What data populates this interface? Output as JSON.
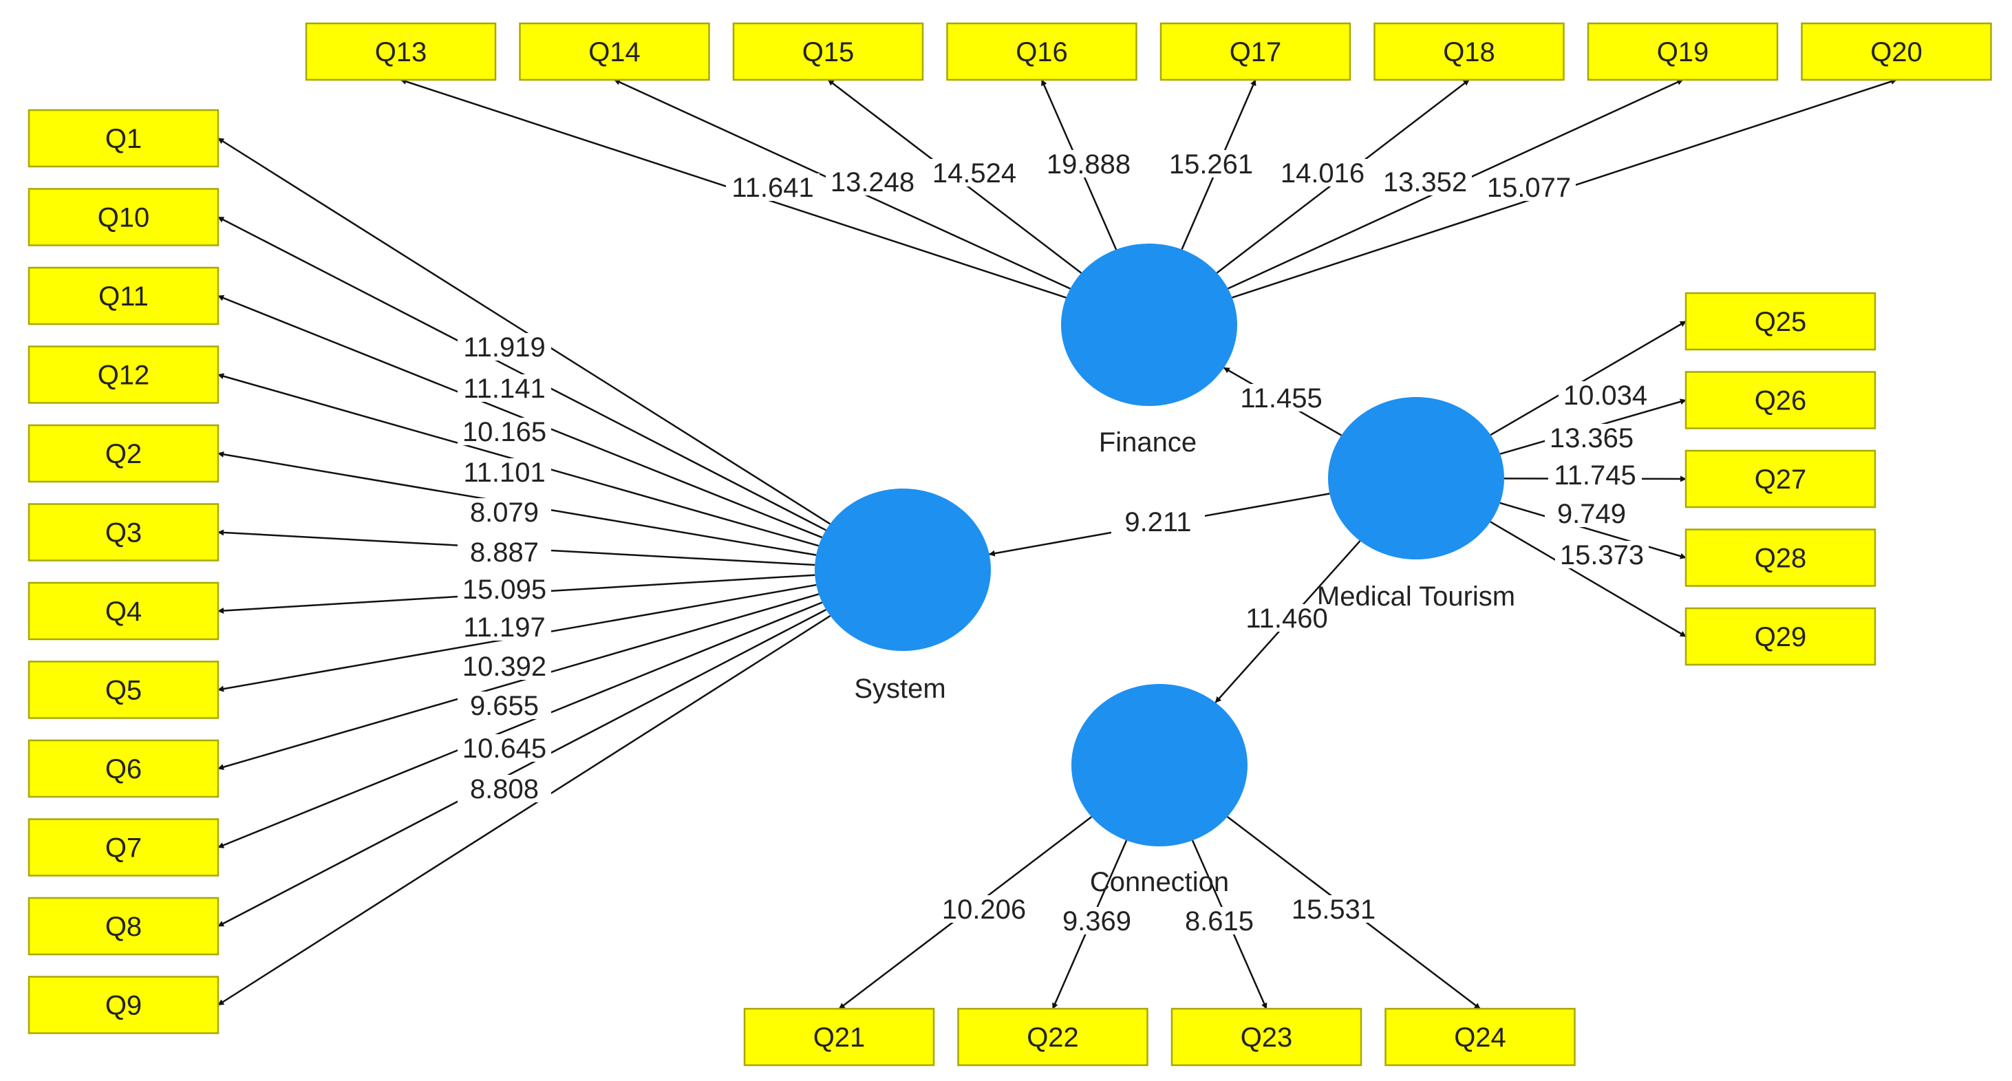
{
  "latents": [
    {
      "id": "System",
      "label": "System"
    },
    {
      "id": "Finance",
      "label": "Finance"
    },
    {
      "id": "MedicalTourism",
      "label": "Medical Tourism"
    },
    {
      "id": "Connection",
      "label": "Connection"
    }
  ],
  "indicators": [
    {
      "id": "Q1",
      "label": "Q1"
    },
    {
      "id": "Q10",
      "label": "Q10"
    },
    {
      "id": "Q11",
      "label": "Q11"
    },
    {
      "id": "Q12",
      "label": "Q12"
    },
    {
      "id": "Q2",
      "label": "Q2"
    },
    {
      "id": "Q3",
      "label": "Q3"
    },
    {
      "id": "Q4",
      "label": "Q4"
    },
    {
      "id": "Q5",
      "label": "Q5"
    },
    {
      "id": "Q6",
      "label": "Q6"
    },
    {
      "id": "Q7",
      "label": "Q7"
    },
    {
      "id": "Q8",
      "label": "Q8"
    },
    {
      "id": "Q9",
      "label": "Q9"
    },
    {
      "id": "Q13",
      "label": "Q13"
    },
    {
      "id": "Q14",
      "label": "Q14"
    },
    {
      "id": "Q15",
      "label": "Q15"
    },
    {
      "id": "Q16",
      "label": "Q16"
    },
    {
      "id": "Q17",
      "label": "Q17"
    },
    {
      "id": "Q18",
      "label": "Q18"
    },
    {
      "id": "Q19",
      "label": "Q19"
    },
    {
      "id": "Q20",
      "label": "Q20"
    },
    {
      "id": "Q25",
      "label": "Q25"
    },
    {
      "id": "Q26",
      "label": "Q26"
    },
    {
      "id": "Q27",
      "label": "Q27"
    },
    {
      "id": "Q28",
      "label": "Q28"
    },
    {
      "id": "Q29",
      "label": "Q29"
    },
    {
      "id": "Q21",
      "label": "Q21"
    },
    {
      "id": "Q22",
      "label": "Q22"
    },
    {
      "id": "Q23",
      "label": "Q23"
    },
    {
      "id": "Q24",
      "label": "Q24"
    }
  ],
  "edges": [
    {
      "from": "System",
      "to": "Q1",
      "value": "11.919"
    },
    {
      "from": "System",
      "to": "Q10",
      "value": "11.141"
    },
    {
      "from": "System",
      "to": "Q11",
      "value": "10.165"
    },
    {
      "from": "System",
      "to": "Q12",
      "value": "11.101"
    },
    {
      "from": "System",
      "to": "Q2",
      "value": "8.079"
    },
    {
      "from": "System",
      "to": "Q3",
      "value": "8.887"
    },
    {
      "from": "System",
      "to": "Q4",
      "value": "15.095"
    },
    {
      "from": "System",
      "to": "Q5",
      "value": "11.197"
    },
    {
      "from": "System",
      "to": "Q6",
      "value": "10.392"
    },
    {
      "from": "System",
      "to": "Q7",
      "value": "9.655"
    },
    {
      "from": "System",
      "to": "Q8",
      "value": "10.645"
    },
    {
      "from": "System",
      "to": "Q9",
      "value": "8.808"
    },
    {
      "from": "Finance",
      "to": "Q13",
      "value": "11.641"
    },
    {
      "from": "Finance",
      "to": "Q14",
      "value": "13.248"
    },
    {
      "from": "Finance",
      "to": "Q15",
      "value": "14.524"
    },
    {
      "from": "Finance",
      "to": "Q16",
      "value": "19.888"
    },
    {
      "from": "Finance",
      "to": "Q17",
      "value": "15.261"
    },
    {
      "from": "Finance",
      "to": "Q18",
      "value": "14.016"
    },
    {
      "from": "Finance",
      "to": "Q19",
      "value": "13.352"
    },
    {
      "from": "Finance",
      "to": "Q20",
      "value": "15.077"
    },
    {
      "from": "MedicalTourism",
      "to": "Q25",
      "value": "10.034"
    },
    {
      "from": "MedicalTourism",
      "to": "Q26",
      "value": "13.365"
    },
    {
      "from": "MedicalTourism",
      "to": "Q27",
      "value": "11.745"
    },
    {
      "from": "MedicalTourism",
      "to": "Q28",
      "value": "9.749"
    },
    {
      "from": "MedicalTourism",
      "to": "Q29",
      "value": "15.373"
    },
    {
      "from": "Connection",
      "to": "Q21",
      "value": "10.206"
    },
    {
      "from": "Connection",
      "to": "Q22",
      "value": "9.369"
    },
    {
      "from": "Connection",
      "to": "Q23",
      "value": "8.615"
    },
    {
      "from": "Connection",
      "to": "Q24",
      "value": "15.531"
    },
    {
      "from": "MedicalTourism",
      "to": "Finance",
      "value": "11.455"
    },
    {
      "from": "MedicalTourism",
      "to": "System",
      "value": "9.211"
    },
    {
      "from": "MedicalTourism",
      "to": "Connection",
      "value": "11.460"
    }
  ],
  "colors": {
    "indicator_fill": "#ffff00",
    "latent_fill": "#1e90f0"
  }
}
